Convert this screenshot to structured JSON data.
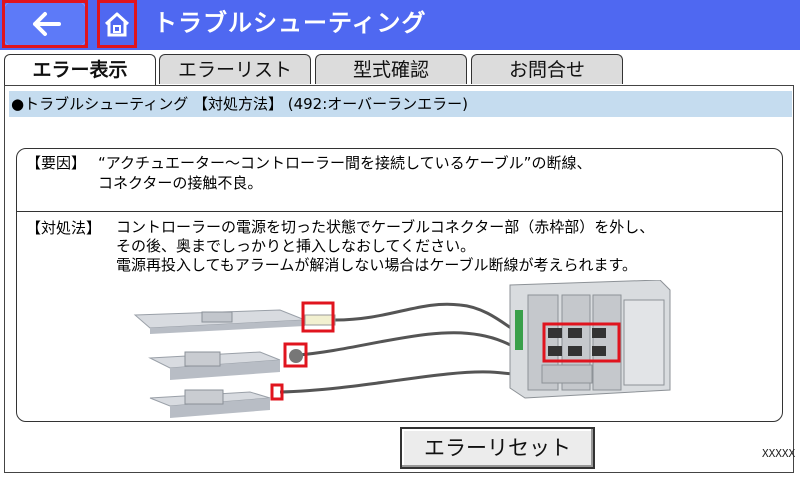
{
  "header": {
    "title": "トラブルシューティング",
    "accent_color": "#4f68f1",
    "back_icon": "arrow-left-icon",
    "home_icon": "home-icon"
  },
  "tabs": [
    {
      "label": "エラー表示",
      "active": true
    },
    {
      "label": "エラーリスト",
      "active": false
    },
    {
      "label": "型式確認",
      "active": false
    },
    {
      "label": "お問合せ",
      "active": false
    }
  ],
  "breadcrumb": "●トラブルシューティング 【対処方法】 (492:オーバーランエラー)",
  "cause": {
    "label": "【要因】",
    "text": "“アクチュエーター～コントローラー間を接続しているケーブル”の断線、\nコネクターの接触不良。"
  },
  "remedy": {
    "label": "【対処法】",
    "text": "コントローラーの電源を切った状態でケーブルコネクター部（赤枠部）を外し、\nその後、奥までしっかりと挿入しなおしてください。\n電源再投入してもアラームが解消しない場合はケーブル断線が考えられます。"
  },
  "reset_button": "エラーリセット",
  "screen_code": "XXXXX",
  "highlight_color": "#e0141e"
}
